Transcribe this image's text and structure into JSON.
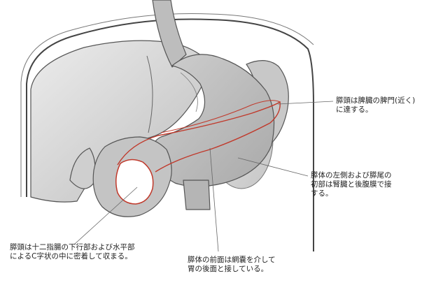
{
  "labels": {
    "pancreas_head_spleen": "膵頭は脾臓の脾門(近く)\nに達する。",
    "left_body_tail": "膵体の左側および膵尾の\n初部は腎臓と後腹膜で接\nする。",
    "head_duodenum": "膵頭は十二指腸の下行部および水平部\nによるC字状の中に密着して収まる。",
    "front_body": "膵体の前面は網嚢を介して\n胃の後面と接している。"
  },
  "colors": {
    "outline": "#555555",
    "liver_fill": "#d9d9d9",
    "stomach_fill": "#d2d2d2",
    "pancreas_line": "#c0392b",
    "body_wall": "#444444"
  }
}
